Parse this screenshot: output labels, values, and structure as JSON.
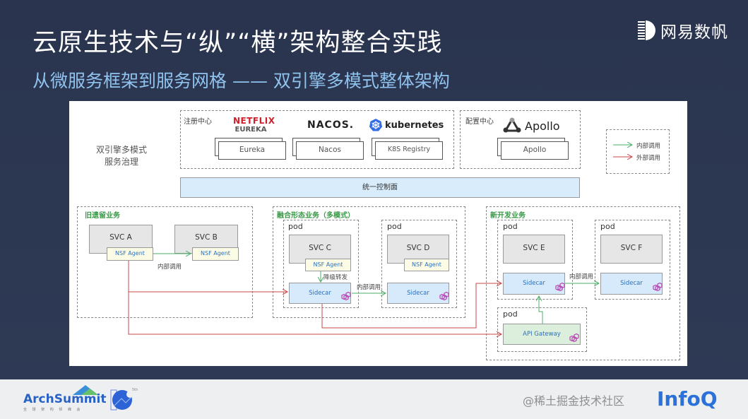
{
  "slide": {
    "title": "云原生技术与“纵”“横”架构整合实践",
    "subtitle": "从微服务框架到服务网格 —— 双引擎多模式整体架构",
    "brand": "网易数帆"
  },
  "diagram": {
    "side_label_line1": "双引擎多模式",
    "side_label_line2": "服务治理",
    "registry": {
      "label": "注册中心",
      "logos": {
        "netflix": "NETFLIX",
        "eureka": "EUREKA",
        "nacos": "NACOS.",
        "kubernetes": "kubernetes"
      },
      "items": [
        "Eureka",
        "Nacos",
        "K8S Registry"
      ]
    },
    "config": {
      "label": "配置中心",
      "logo": "Apollo",
      "item": "Apollo"
    },
    "legend": {
      "internal": "内部调用",
      "external": "外部调用",
      "internal_color": "#4caf6a",
      "external_color": "#c94a4a"
    },
    "control_plane": "统一控制面",
    "legacy": {
      "label": "旧遗留业务",
      "svc_a": "SVC A",
      "svc_b": "SVC B",
      "agent": "NSF Agent",
      "call": "内部调用"
    },
    "hybrid": {
      "label": "融合形态业务（多模式）",
      "pod": "pod",
      "svc_c": "SVC C",
      "svc_d": "SVC D",
      "agent": "NSF Agent",
      "sidecar": "Sidecar",
      "fallback": "降级转发",
      "call": "内部调用"
    },
    "new": {
      "label": "新开发业务",
      "pod": "pod",
      "svc_e": "SVC E",
      "svc_f": "SVC F",
      "sidecar": "Sidecar",
      "call": "内部调用",
      "gateway": "API Gateway"
    }
  },
  "footer": {
    "archsummit": "ArchSummit",
    "archsummit_sub": "全 球 架 构 师 峰 会",
    "anniversary": "5th",
    "watermark": "@稀土掘金技术社区",
    "infoq": "InfoQ"
  }
}
